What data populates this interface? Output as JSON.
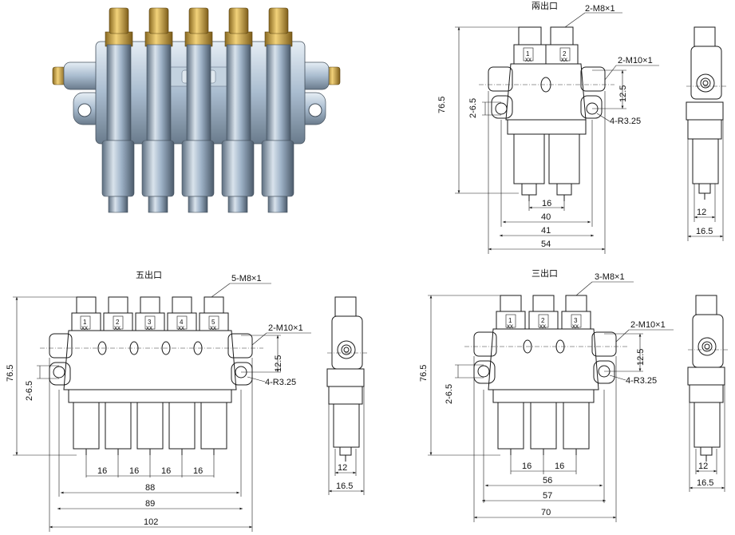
{
  "views": {
    "two": {
      "title": "兩出口",
      "port_count_label": "2-M8×1",
      "inlet_label": "2-M10×1",
      "mount_label": "4-R3.25",
      "outlets": [
        "1",
        "2"
      ]
    },
    "five": {
      "title": "五出口",
      "port_count_label": "5-M8×1",
      "inlet_label": "2-M10×1",
      "mount_label": "4-R3.25",
      "outlets": [
        "1",
        "2",
        "3",
        "4",
        "5"
      ]
    },
    "three": {
      "title": "三出口",
      "port_count_label": "3-M8×1",
      "inlet_label": "2-M10×1",
      "mount_label": "4-R3.25",
      "outlets": [
        "1",
        "2",
        "3"
      ]
    }
  },
  "dimensions": {
    "height": "76.5",
    "port_offset": "12.5",
    "mount_dia": "2-6.5",
    "pitch": "16",
    "two_w1": "40",
    "two_w2": "41",
    "two_w3": "54",
    "five_w1": "88",
    "five_w2": "89",
    "five_w3": "102",
    "three_w1": "56",
    "three_w2": "57",
    "three_w3": "70",
    "side_inner": "12",
    "side_outer": "16.5"
  },
  "outlet_code": "xx",
  "colors": {
    "brass": "#c9a24a",
    "steel": "#9fb3c8",
    "line": "#1a1a1a"
  }
}
